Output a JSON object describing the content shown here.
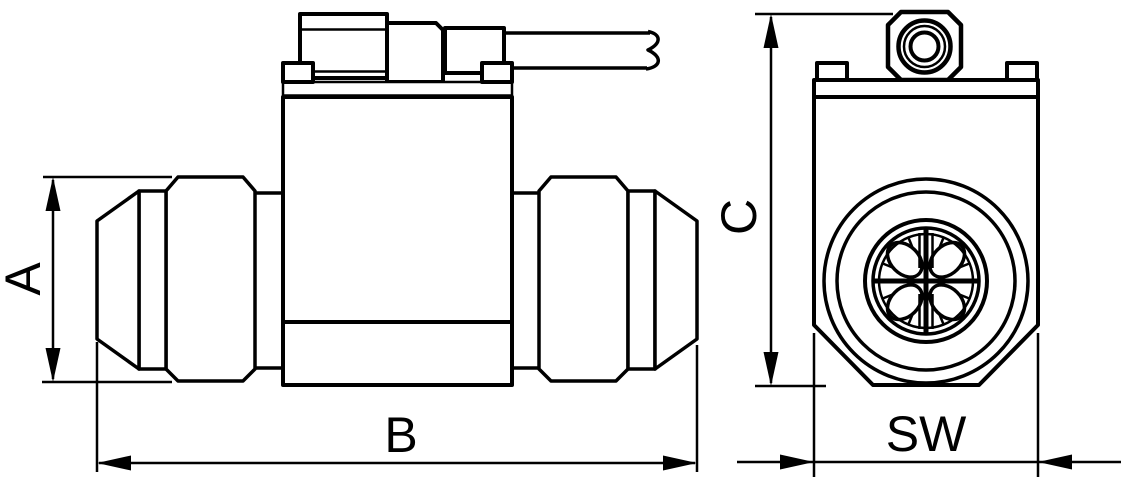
{
  "drawing": {
    "title": "flow-sensor-two-view-technical-drawing",
    "background_color": "#ffffff",
    "line_color": "#000000",
    "views": {
      "side_view": "side view with flare fittings, connector and cable",
      "front_view": "front view with cable gland and turbine bore"
    },
    "dimensions": {
      "a": {
        "label": "A"
      },
      "b": {
        "label": "B"
      },
      "c": {
        "label": "C"
      },
      "sw": {
        "label": "SW"
      }
    }
  }
}
